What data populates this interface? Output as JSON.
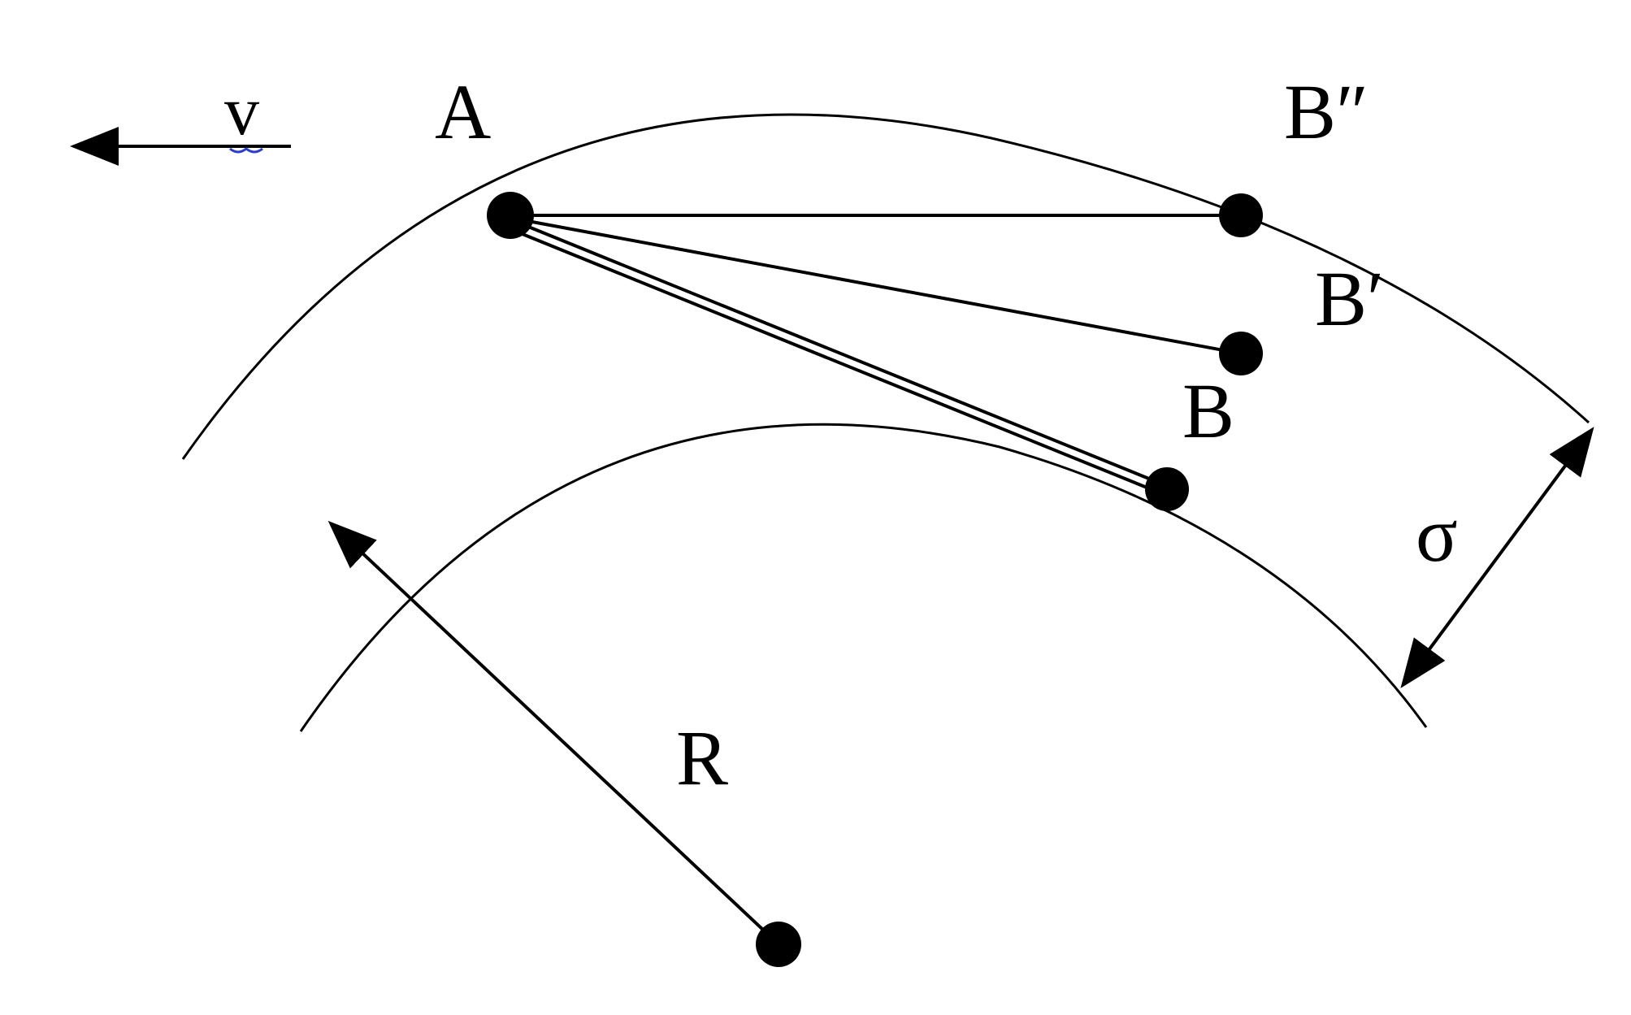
{
  "labels": {
    "velocity": "v",
    "point_a": "A",
    "point_b": "B",
    "point_b_prime": "B′",
    "point_b_double_prime": "B″",
    "thickness": "σ",
    "radius": "R"
  },
  "colors": {
    "ink": "#000000",
    "underline": "#2a3bd1",
    "background": "#ffffff"
  }
}
